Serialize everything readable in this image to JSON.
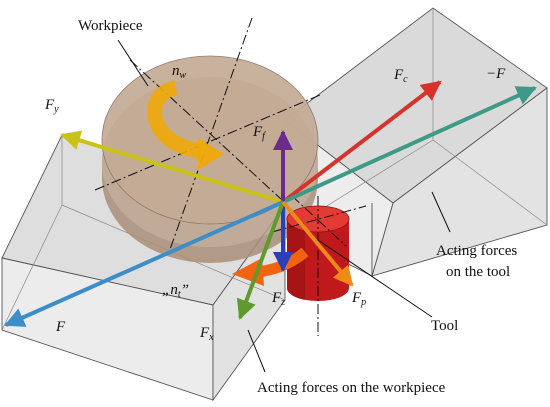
{
  "labels": {
    "workpiece": "Workpiece",
    "tool": "Tool",
    "acting_tool_line1": "Acting forces",
    "acting_tool_line2": "on the tool",
    "acting_workpiece": "Acting forces on the workpiece",
    "rotation_workpiece": "n",
    "rotation_workpiece_sub": "w",
    "rotation_tool_prefix": "„n",
    "rotation_tool_sub": "t",
    "rotation_tool_suffix": "”"
  },
  "forces": {
    "Fy": {
      "name": "F",
      "sub": "y"
    },
    "Ff": {
      "name": "F",
      "sub": "f"
    },
    "Fc": {
      "name": "F",
      "sub": "c"
    },
    "neg_F": {
      "name": "−F"
    },
    "F": {
      "name": "F"
    },
    "Fz": {
      "name": "F",
      "sub": "z"
    },
    "Fx": {
      "name": "F",
      "sub": "x"
    },
    "Fp": {
      "name": "F",
      "sub": "p"
    }
  },
  "colors": {
    "Fy": "#c9c218",
    "Ff": "#6a2b8c",
    "Fc": "#d7322c",
    "neg_F": "#3e9a87",
    "F": "#3d8dc9",
    "Fz": "#2b3fb8",
    "Fx": "#5e9b2c",
    "Fp": "#ef8a17",
    "workpiece_disk": "#b79d86",
    "tool_cylinder": "#c0191b",
    "rotation_arrow_workpiece": "#f0a808",
    "rotation_arrow_tool": "#f06412",
    "box_face": "#e6e6e6"
  }
}
